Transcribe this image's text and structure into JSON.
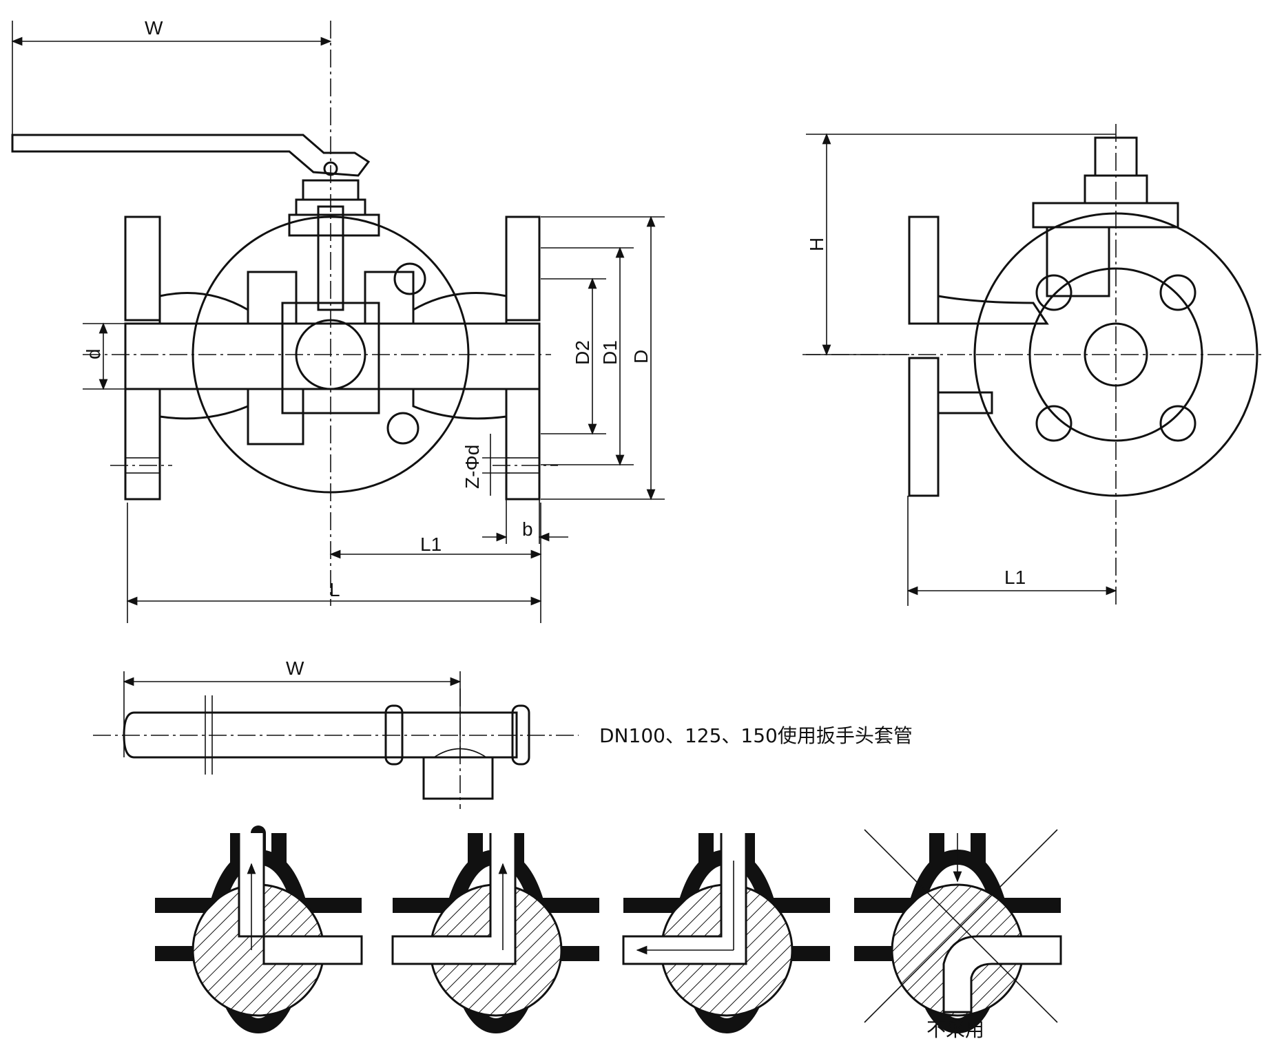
{
  "labels": {
    "w_top": "W",
    "d": "d",
    "d2": "D2",
    "d1": "D1",
    "d_outer": "D",
    "z_phi_d": "Z-Φd",
    "b": "b",
    "l1_main": "L1",
    "l": "L",
    "h": "H",
    "l1_side": "L1",
    "w_wrench": "W"
  },
  "wrench_note": "DN100、125、150使用扳手头套管",
  "not_used": "不采用"
}
